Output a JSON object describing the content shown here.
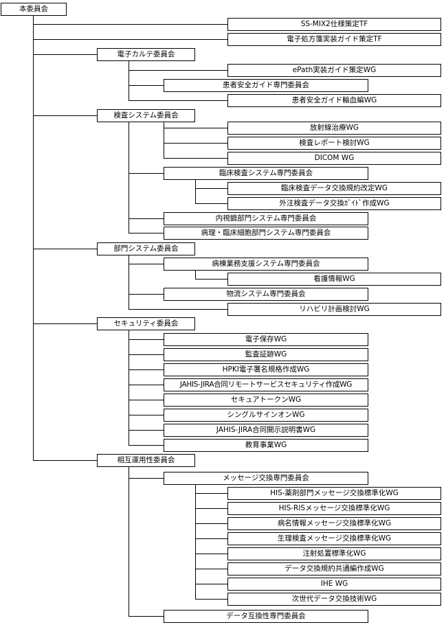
{
  "org_chart": {
    "root": "本委員会",
    "tf_ssmix2": "SS-MIX2仕様策定TF",
    "tf_eprescription": "電子処方箋実装ガイド策定TF",
    "emr": {
      "name": "電子カルテ委員会",
      "epath": "ePath実装ガイド策定WG",
      "patient_safety": "患者安全ガイド専門委員会",
      "transfusion": "患者安全ガイド輸血編WG"
    },
    "exam": {
      "name": "検査システム委員会",
      "radiation": "放射線治療WG",
      "report": "検査レポート検討WG",
      "dicom": "DICOM WG",
      "clinical_lab": "臨床検査システム専門委員会",
      "lab_exchange": "臨床検査データ交換規約改定WG",
      "outsourced": "外注検査データ交換ｶﾞｲﾄﾞ作成WG",
      "endoscopy": "内視鏡部門システム専門委員会",
      "pathology": "病理・臨床細胞部門システム専門委員会"
    },
    "dept": {
      "name": "部門システム委員会",
      "ward": "病棟業務支援システム専門委員会",
      "nursing": "看護情報WG",
      "logistics": "物流システム専門委員会",
      "rehab": "リハビリ計画検討WG"
    },
    "security": {
      "name": "セキュリティ委員会",
      "storage": "電子保存WG",
      "audit": "監査証跡WG",
      "hpki": "HPKI電子署名規格作成WG",
      "remote": "JAHIS-JIRA合同リモートサービスセキュリティ作成WG",
      "token": "セキュアトークンWG",
      "sso": "シングルサインオンWG",
      "disclosure": "JAHIS-JIRA合同開示説明書WG",
      "education": "教育事業WG"
    },
    "interop": {
      "name": "相互運用性委員会",
      "messaging": "メッセージ交換専門委員会",
      "his_pharmacy": "HIS-薬剤部門メッセージ交換標準化WG",
      "his_ris": "HIS-RISメッセージ交換標準化WG",
      "disease": "病名情報メッセージ交換標準化WG",
      "physiology": "生理検査メッセージ交換標準化WG",
      "injection": "注射処置標準化WG",
      "common": "データ交換規約共通編作成WG",
      "ihe": "IHE WG",
      "nextgen": "次世代データ交換技術WG",
      "compat": "データ互換性専門委員会"
    }
  }
}
